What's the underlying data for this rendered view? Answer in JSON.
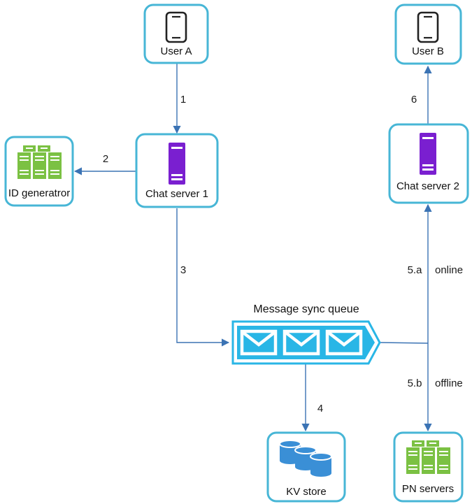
{
  "nodes": {
    "user_a": "User A",
    "user_b": "User B",
    "id_generator": "ID generatror",
    "chat_server_1": "Chat server 1",
    "chat_server_2": "Chat server 2",
    "message_sync_queue": "Message sync queue",
    "kv_store": "KV store",
    "pn_servers": "PN servers"
  },
  "edges": {
    "step_1": "1",
    "step_2": "2",
    "step_3": "3",
    "step_4": "4",
    "step_5a": "5.a",
    "step_5a_condition": "online",
    "step_5b": "5.b",
    "step_5b_condition": "offline",
    "step_6": "6"
  },
  "colors": {
    "box_border": "#47b6d6",
    "arrow": "#3b73b4",
    "server_purple": "#7a1fd0",
    "server_green": "#7bc143",
    "database_blue": "#3a8fd6",
    "queue_cyan": "#29b6e6"
  },
  "icons": {
    "user_a": "phone-icon",
    "user_b": "phone-icon",
    "id_generator": "server-rack-icon",
    "chat_server_1": "server-icon",
    "chat_server_2": "server-icon",
    "message_sync_queue": "message-queue-icon",
    "kv_store": "database-icon",
    "pn_servers": "server-rack-icon"
  }
}
